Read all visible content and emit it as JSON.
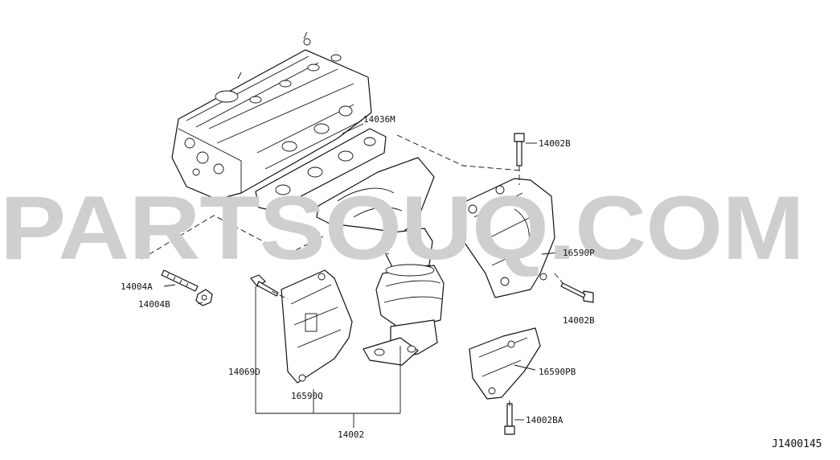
{
  "watermark": "PARTSOUQ.COM",
  "diagram_id": "J1400145",
  "parts": {
    "p14036M": "14036M",
    "p14002B_top": "14002B",
    "p16590P": "16590P",
    "p14002B_right": "14002B",
    "p16590PB": "16590PB",
    "p14002BA": "14002BA",
    "p14004A": "14004A",
    "p14004B": "14004B",
    "p14069D": "14069D",
    "p16590Q": "16590Q",
    "p14002": "14002"
  }
}
